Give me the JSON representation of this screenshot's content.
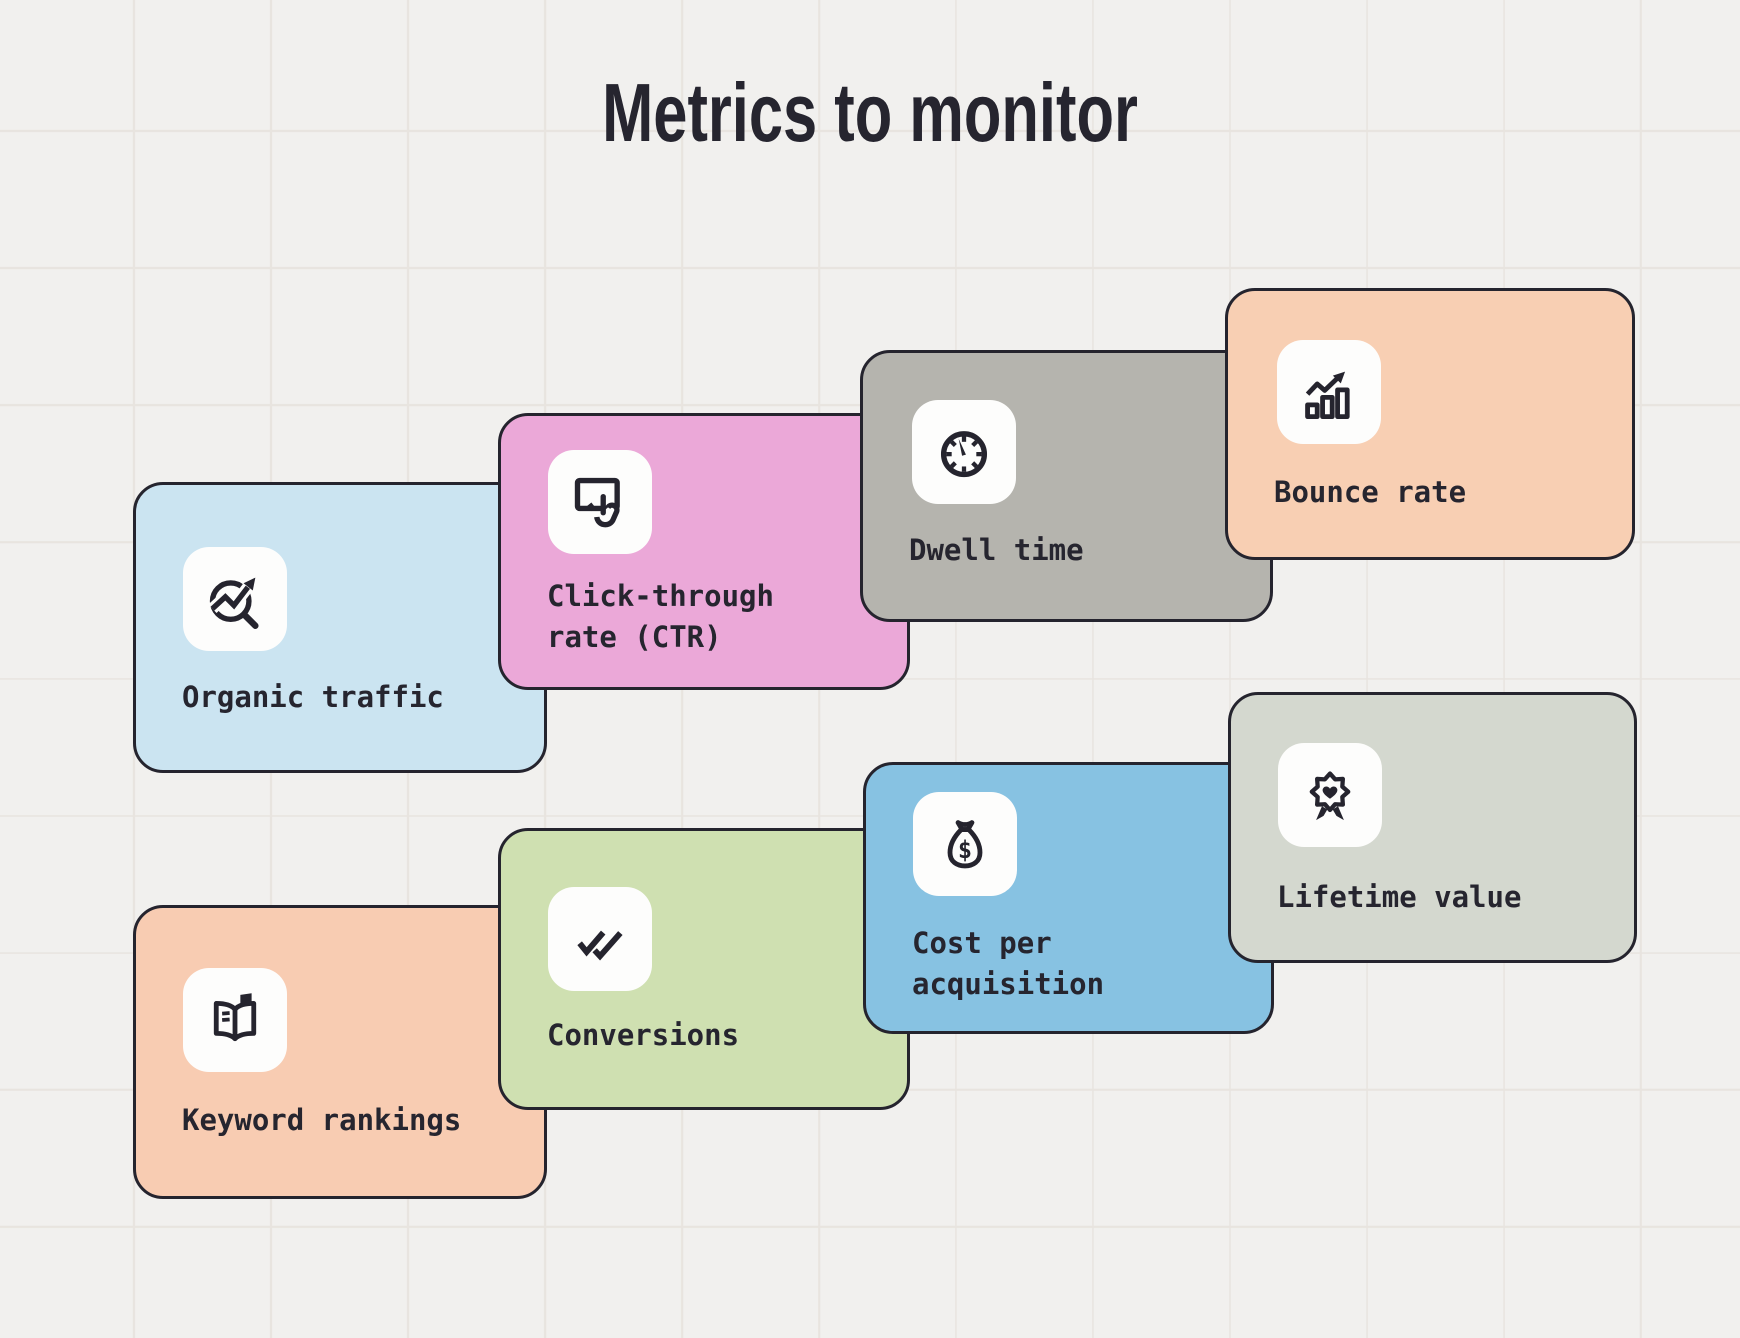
{
  "title": "Metrics to monitor",
  "colors": {
    "background": "#f1f0ee",
    "grid_line": "#e8e4df",
    "card_border": "#25242e",
    "text": "#26252f",
    "icon_tile": "#fdfdfc"
  },
  "cards": [
    {
      "id": "organic-traffic",
      "label": "Organic traffic",
      "lines": [
        "Organic traffic"
      ],
      "icon": "search-trend-icon",
      "color": "#cbe4f1"
    },
    {
      "id": "click-through-rate",
      "label": "Click-through rate (CTR)",
      "lines": [
        "Click-through",
        "rate (CTR)"
      ],
      "icon": "screen-tap-icon",
      "color": "#eba8d8"
    },
    {
      "id": "dwell-time",
      "label": "Dwell time",
      "lines": [
        "Dwell time"
      ],
      "icon": "clock-icon",
      "color": "#b5b4ae"
    },
    {
      "id": "bounce-rate",
      "label": "Bounce rate",
      "lines": [
        "Bounce rate"
      ],
      "icon": "bar-chart-trend-icon",
      "color": "#f8cfb3"
    },
    {
      "id": "keyword-rankings",
      "label": "Keyword rankings",
      "lines": [
        "Keyword rankings"
      ],
      "icon": "open-book-bookmark-icon",
      "color": "#f8ccb2"
    },
    {
      "id": "conversions",
      "label": "Conversions",
      "lines": [
        "Conversions"
      ],
      "icon": "double-check-icon",
      "color": "#cfe0b1"
    },
    {
      "id": "cost-per-acquisition",
      "label": "Cost per acquisition",
      "lines": [
        "Cost per",
        "acquisition"
      ],
      "icon": "money-bag-icon",
      "color": "#87c2e2"
    },
    {
      "id": "lifetime-value",
      "label": "Lifetime value",
      "lines": [
        "Lifetime value"
      ],
      "icon": "award-heart-icon",
      "color": "#d4d8cf"
    }
  ]
}
